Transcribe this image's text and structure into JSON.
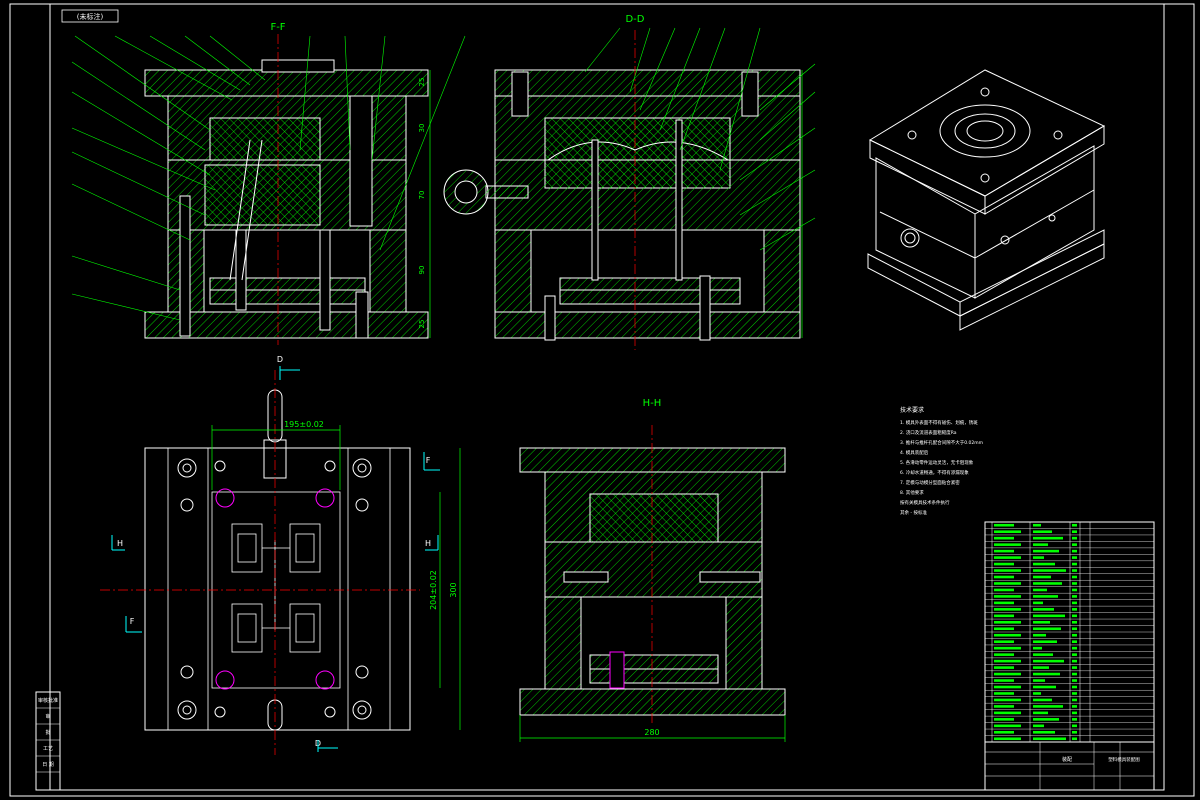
{
  "colors": {
    "background": "#000000",
    "frame": "#ffffff",
    "geometry": "#ffffff",
    "hatch": "#00ff00",
    "dimension": "#00ff00",
    "centerline": "#ff0000",
    "section_cut": "#00ffff",
    "screw_highlight": "#ff00ff",
    "tags": "#0000ff"
  },
  "drawing": {
    "top_left_label": "(未标注)",
    "view_titles": {
      "ff": "F-F",
      "dd": "D-D",
      "hh": "H-H"
    },
    "section_letters": {
      "d": "D",
      "f": "F",
      "h": "H"
    },
    "dimensions": {
      "ff_right_stack": [
        "25",
        "30",
        "70",
        "90",
        "25"
      ],
      "plan_top_width": "195±0.02",
      "plan_inner_height": "204±0.02",
      "plan_outer_height": "300",
      "hh_bottom_width": "280"
    }
  },
  "notes": {
    "heading": "技术要求",
    "lines": [
      "1. 模具外表面不得有碰伤、划痕，锈斑",
      "2. 浇口及流道表面粗糙度Ra",
      "3. 推杆与推杆孔配合间隙不大于0.02mm",
      "4. 模具装配后",
      "5. 各滑动零件运动灵活，无卡阻现象",
      "6. 冷却水道畅通，不得有渗漏现象",
      "7. 定模与动模分型面贴合紧密",
      "8. 其他要求",
      "  按有关模具技术条件执行",
      "  其余 - 按标准"
    ]
  },
  "bom": {
    "rows": 34,
    "title_label": "装配",
    "drawing_name": "塑料模具装配图"
  },
  "left_table": {
    "rows": [
      "审核批准",
      "审",
      "批",
      "工艺",
      "日 期"
    ]
  }
}
